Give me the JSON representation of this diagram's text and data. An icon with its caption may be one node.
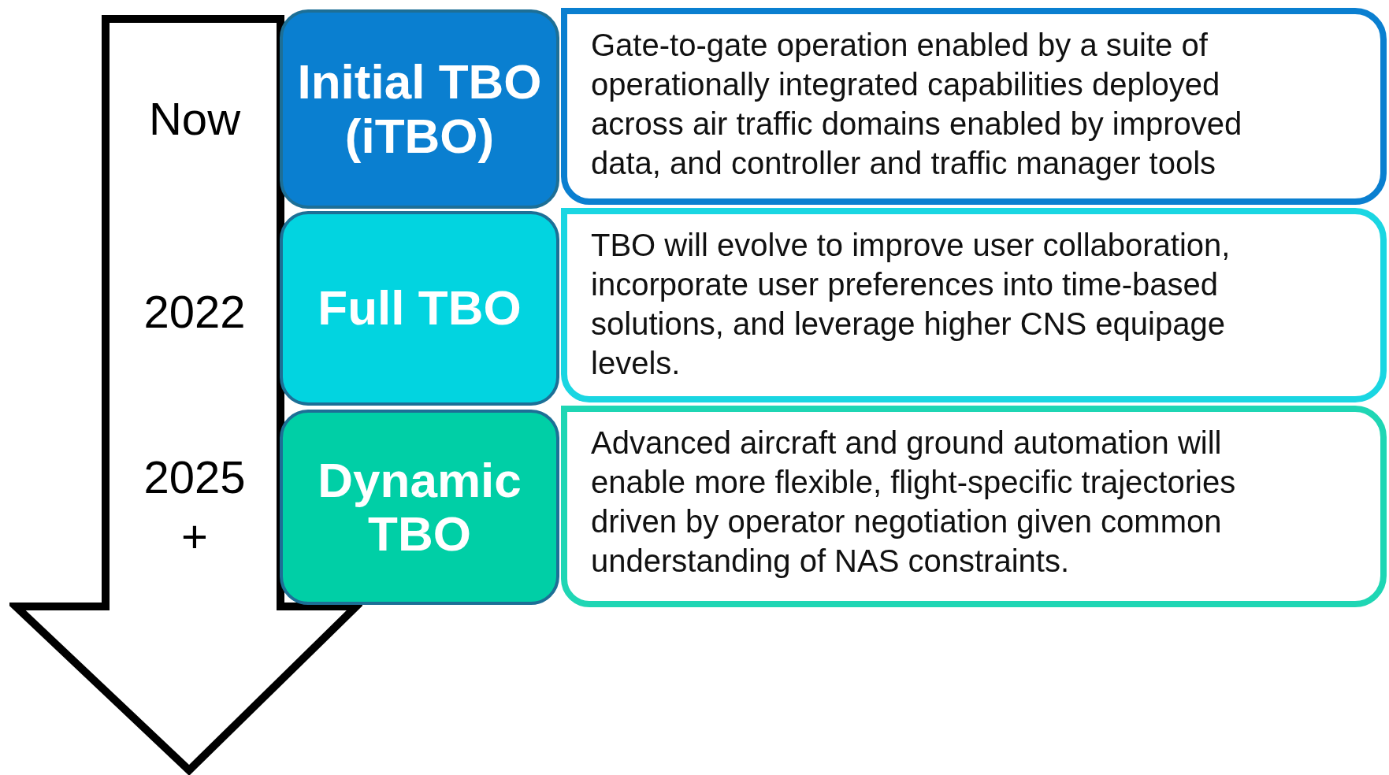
{
  "diagram": {
    "nodes": [
      {
        "text": [
          "Now",
          "2022",
          "2025 +"
        ]
      },
      {
        "text": [
          "Initial TBO (iTBO)"
        ]
      },
      {
        "text": [
          "Gate-to-gate operation enabled by a suite of operationally integrated capabilities deployed across air traffic domains enabled by improved data, and controller and traffic manager tools"
        ]
      },
      {
        "text": [
          "Full TBO"
        ]
      },
      {
        "text": [
          "TBO will evolve to improve user collaboration, incorporate user preferences into time-based solutions, and leverage higher CNS equipage levels."
        ]
      },
      {
        "text": [
          "Dynamic TBO"
        ]
      },
      {
        "text": [
          "Advanced aircraft and ground automation will enable more flexible, flight-specific trajectories driven by operator negotiation given common understanding of NAS constraints."
        ]
      }
    ],
    "edges": []
  }
}
